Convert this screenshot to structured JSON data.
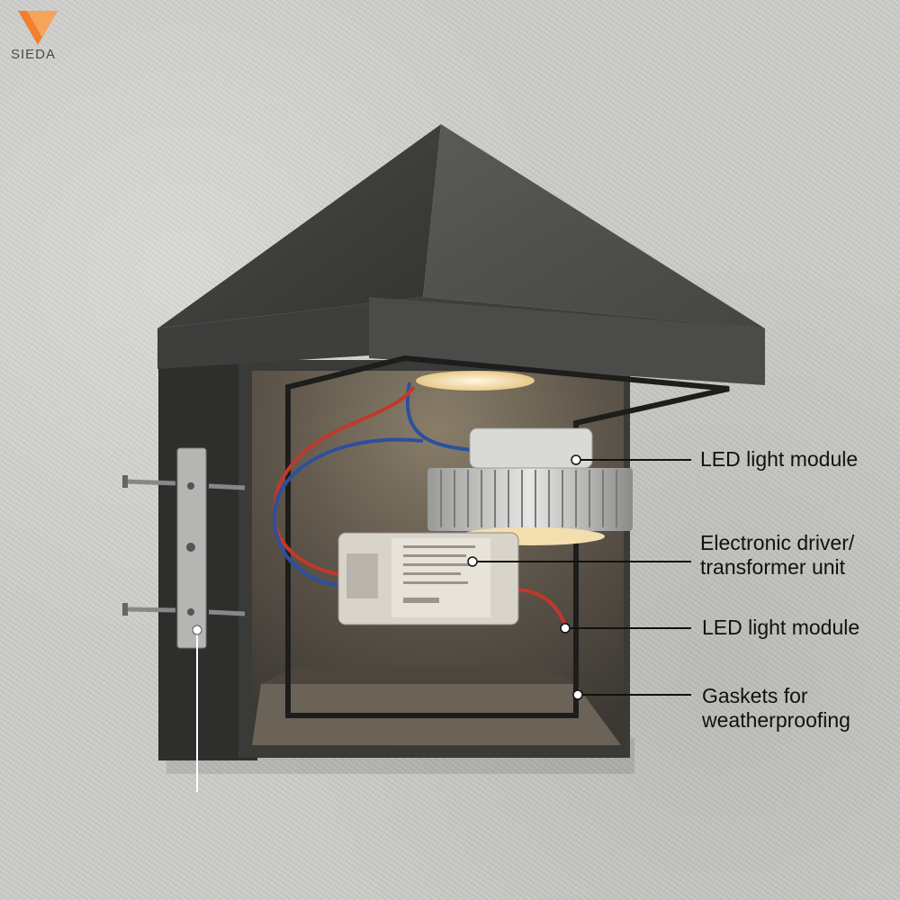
{
  "brand": {
    "logo_text": "SIEDA",
    "logo_color": "#f07f2e"
  },
  "callouts": [
    {
      "id": "led-module-top",
      "text": "LED light module"
    },
    {
      "id": "driver",
      "text": "Electronic driver/\ntransformer unit"
    },
    {
      "id": "led-module-bottom",
      "text": "LED light module"
    },
    {
      "id": "gaskets",
      "text": "Gaskets for\nweatherproofing"
    }
  ],
  "colors": {
    "housing": "#3b3b3a",
    "wall": "#cbcbc8",
    "warm_light": "#f6e6c0"
  }
}
